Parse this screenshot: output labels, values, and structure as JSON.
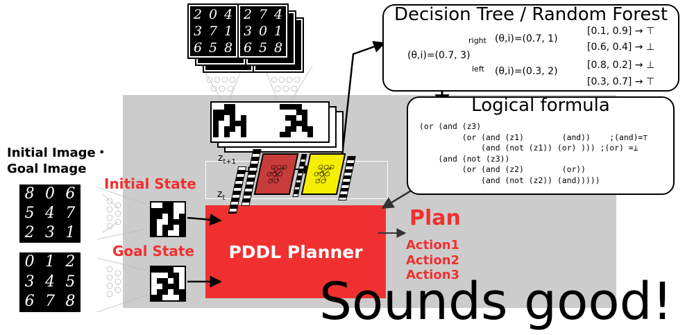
{
  "inputs": {
    "initial_title": "Initial Image・",
    "goal_title": "Goal Image",
    "initial_digits": [
      "8",
      "0",
      "6",
      "5",
      "4",
      "7",
      "2",
      "3",
      "1"
    ],
    "goal_digits": [
      "0",
      "1",
      "2",
      "3",
      "4",
      "5",
      "6",
      "7",
      "8"
    ]
  },
  "states": {
    "initial_label": "Initial State",
    "goal_label": "Goal State"
  },
  "planner": {
    "label": "PDDL Planner"
  },
  "plan": {
    "label": "Plan",
    "actions": [
      "Action1",
      "Action2",
      "Action3"
    ]
  },
  "training_stack": {
    "left_digits": [
      "2",
      "0",
      "4",
      "3",
      "7",
      "1",
      "6",
      "5",
      "8"
    ],
    "right_digits": [
      "2",
      "7",
      "4",
      "3",
      "0",
      "1",
      "6",
      "5",
      "8"
    ]
  },
  "latent": {
    "z_next": "z",
    "z_next_sub": "t+1",
    "z_now": "z",
    "z_now_sub": "t"
  },
  "decision_tree": {
    "title": "Decision Tree / Random Forest",
    "root": "(θ,i)=(0.7, 3)",
    "right_label": "right",
    "left_label": "left",
    "right_node": "(θ,i)=(0.7, 1)",
    "left_node": "(θ,i)=(0.3, 2)",
    "leaves": [
      "[0.1, 0.9] → ⊤",
      "[0.6, 0.4] → ⊥",
      "[0.8, 0.2] → ⊥",
      "[0.3, 0.7] → ⊤"
    ]
  },
  "logical_formula": {
    "title": "Logical formula",
    "code": "(or (and (z3)\n         (or (and (z1)        (and))    ;(and)=⊤\n             (and (not (z1)) (or) ))) ;(or) =⊥\n    (and (not (z3))\n         (or (and (z2)        (or))\n             (and (not (z2)) (and)))))"
  },
  "caption": "Sounds good!",
  "colors": {
    "accent_red": "#f03030",
    "gray_panel": "#cccccc",
    "action_box_red": "#c83c3c",
    "effect_box_yellow": "#f5ee00"
  }
}
